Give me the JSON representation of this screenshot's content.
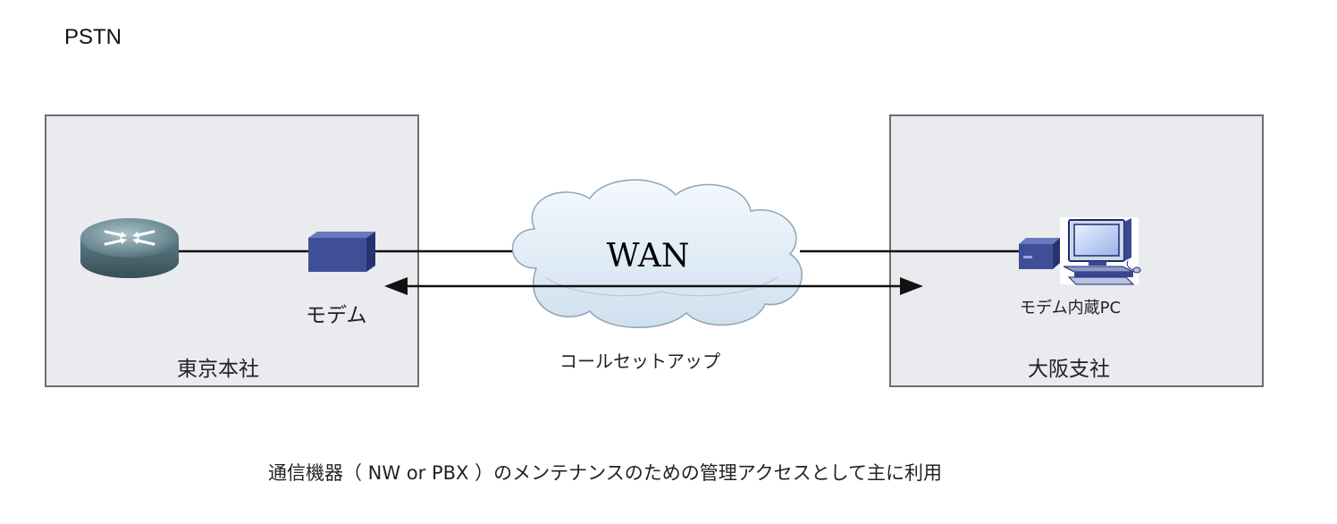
{
  "title": "PSTN",
  "sites": {
    "tokyo": {
      "name": "東京本社",
      "modem_label": "モデム"
    },
    "osaka": {
      "name": "大阪支社",
      "pc_label": "モデム内蔵PC"
    }
  },
  "network": {
    "cloud_label": "WAN",
    "call_label": "コールセットアップ"
  },
  "caption": "通信機器（ NW or PBX ）のメンテナンスのための管理アクセスとして主に利用",
  "colors": {
    "box_fill": "#e9ebee",
    "box_border": "#6e6e6e",
    "modem": "#3f4f97",
    "router": "#5f7d87",
    "cloud": "#e3eef7"
  },
  "icons": [
    "router-icon",
    "modem-icon",
    "cloud-icon",
    "modem-box-icon",
    "pc-icon"
  ]
}
